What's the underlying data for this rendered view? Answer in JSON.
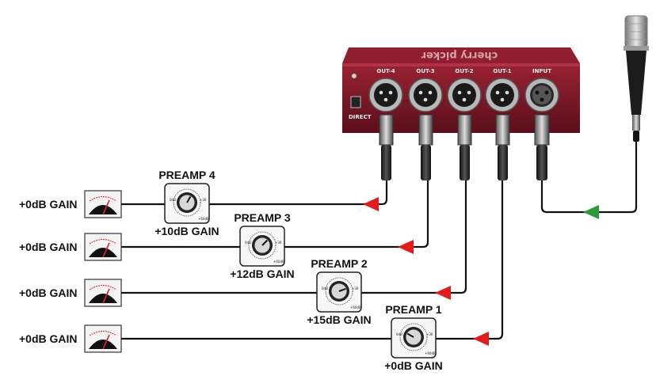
{
  "device": {
    "brand_text": "cherry picker",
    "outputs": [
      "OUT-4",
      "OUT-3",
      "OUT-2",
      "OUT-1"
    ],
    "input_label": "INPUT",
    "body_color": "#7a1726"
  },
  "channels": [
    {
      "preamp": "PREAMP 4",
      "preamp_gain": "+10dB GAIN",
      "meter_gain": "+0dB GAIN"
    },
    {
      "preamp": "PREAMP 3",
      "preamp_gain": "+12dB GAIN",
      "meter_gain": "+0dB GAIN"
    },
    {
      "preamp": "PREAMP 2",
      "preamp_gain": "+15dB GAIN",
      "meter_gain": "+0dB GAIN"
    },
    {
      "preamp": "PREAMP 1",
      "preamp_gain": "+0dB GAIN",
      "meter_gain": "+0dB GAIN"
    }
  ],
  "colors": {
    "signal_out_arrow": "#e21b1b",
    "signal_in_arrow": "#2a9a3a",
    "cable": "#111111"
  },
  "icons": [
    "microphone-icon",
    "vu-meter-icon",
    "gain-knob-icon",
    "xlr-connector-icon"
  ]
}
